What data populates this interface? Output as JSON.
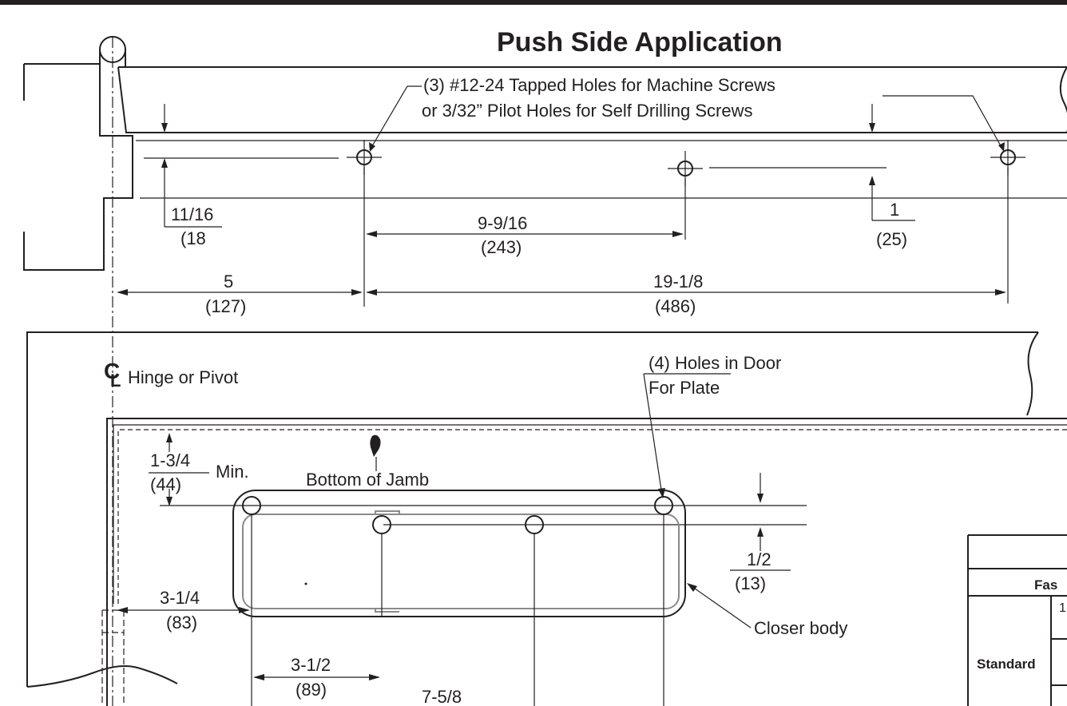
{
  "title": "Push Side Application",
  "top_view": {
    "callout": {
      "line1": "(3) #12-24 Tapped Holes for Machine Screws",
      "line2": "or 3/32” Pilot Holes for Self Drilling Screws"
    },
    "dims": {
      "d1_in": "11/16",
      "d1_mm": "(18",
      "d2_in": "9-9/16",
      "d2_mm": "(243)",
      "d3_in": "1",
      "d3_mm": "(25)",
      "d4_in": "5",
      "d4_mm": "(127)",
      "d5_in": "19-1/8",
      "d5_mm": "(486)"
    }
  },
  "elevation": {
    "cl_symbol": "CL",
    "cl_label": "Hinge or Pivot",
    "holes_line1": "(4) Holes in Door",
    "holes_line2": "For Plate",
    "jamb_label": "Bottom of Jamb",
    "closer_label": "Closer body",
    "dims": {
      "e1_in": "1-3/4",
      "e1_mm": "(44)",
      "e1_note": "Min.",
      "e2_in": "1/2",
      "e2_mm": "(13)",
      "e3_in": "3-1/4",
      "e3_mm": "(83)",
      "e4_in": "3-1/2",
      "e4_mm": "(89)",
      "e5_in": "7-5/8"
    }
  },
  "table": {
    "header": "Fas",
    "row_label": "Standard",
    "digit": "1"
  }
}
